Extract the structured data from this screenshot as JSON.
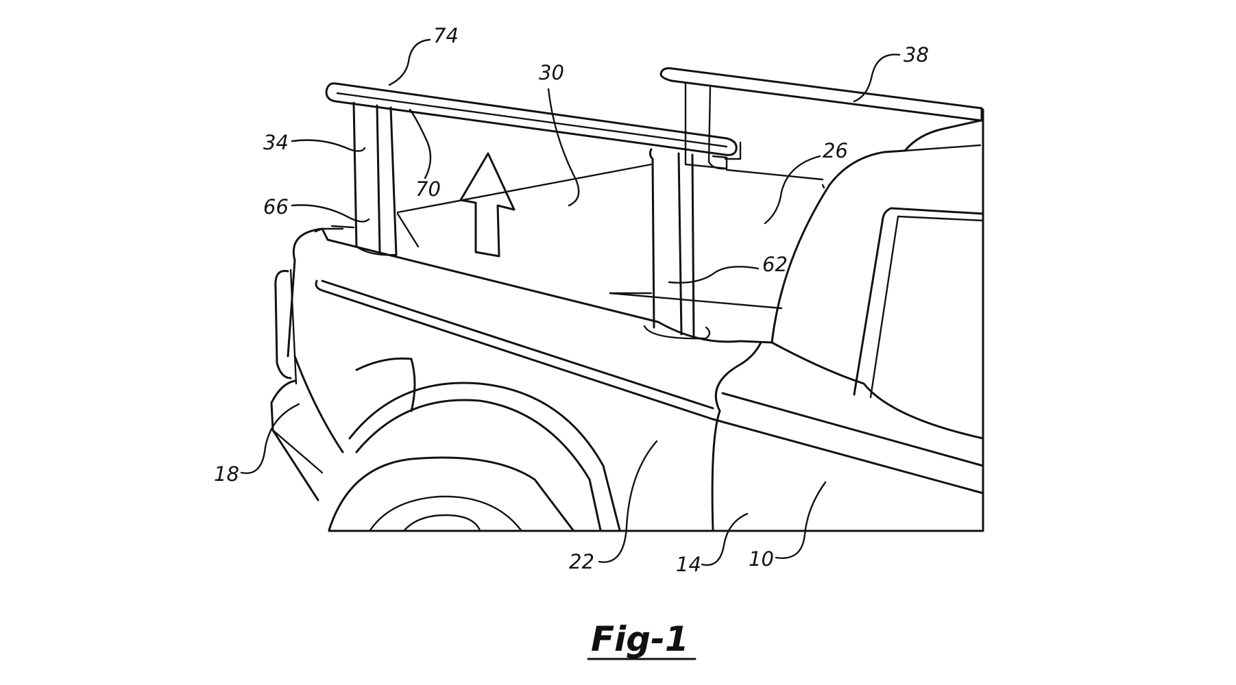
{
  "figure": {
    "caption": "Fig-1",
    "reference_numerals": [
      {
        "id": "74",
        "text": "74"
      },
      {
        "id": "30",
        "text": "30"
      },
      {
        "id": "38",
        "text": "38"
      },
      {
        "id": "34",
        "text": "34"
      },
      {
        "id": "70",
        "text": "70"
      },
      {
        "id": "26",
        "text": "26"
      },
      {
        "id": "66",
        "text": "66"
      },
      {
        "id": "62",
        "text": "62"
      },
      {
        "id": "18",
        "text": "18"
      },
      {
        "id": "22",
        "text": "22"
      },
      {
        "id": "14",
        "text": "14"
      },
      {
        "id": "10",
        "text": "10"
      }
    ]
  },
  "colors": {
    "line": "#111111",
    "background": "#ffffff"
  }
}
